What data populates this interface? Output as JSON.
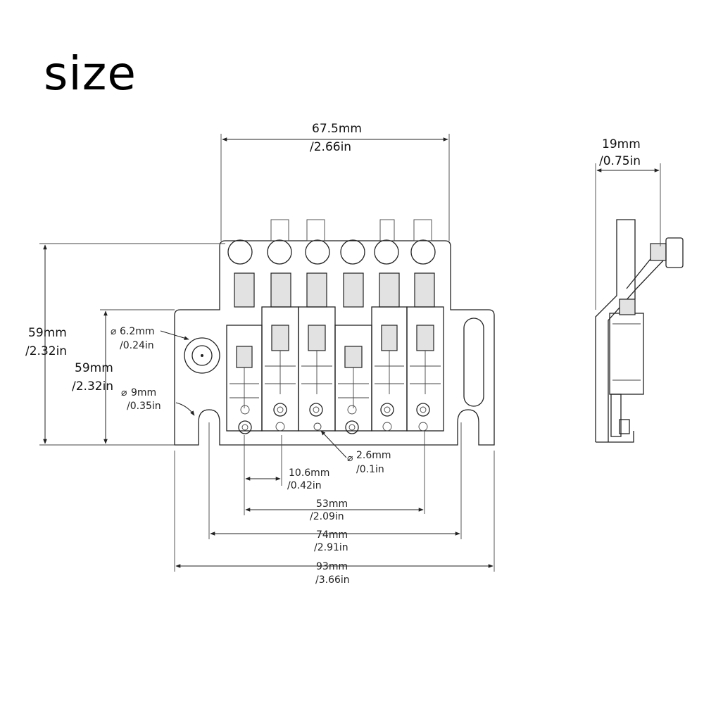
{
  "title": "size",
  "dimensions": {
    "overall_top_width": {
      "mm": "67.5mm",
      "in": "/2.66in"
    },
    "side_depth": {
      "mm": "19mm",
      "in": "/0.75in"
    },
    "height_outer": {
      "mm": "59mm",
      "in": "/2.32in"
    },
    "height_inner": {
      "mm": "59mm",
      "in": "/2.32in"
    },
    "post_hole": {
      "symbol": "⌀",
      "mm": "6.2mm",
      "in": "/0.24in"
    },
    "mount_slot": {
      "symbol": "⌀",
      "mm": "9mm",
      "in": "/0.35in"
    },
    "screw_hole": {
      "symbol": "⌀",
      "mm": "2.6mm",
      "in": "/0.1in"
    },
    "string_spacing": {
      "mm": "10.6mm",
      "in": "/0.42in"
    },
    "span_outer_strings": {
      "mm": "53mm",
      "in": "/2.09in"
    },
    "span_mount_slots": {
      "mm": "74mm",
      "in": "/2.91in"
    },
    "base_width": {
      "mm": "93mm",
      "in": "/3.66in"
    }
  }
}
